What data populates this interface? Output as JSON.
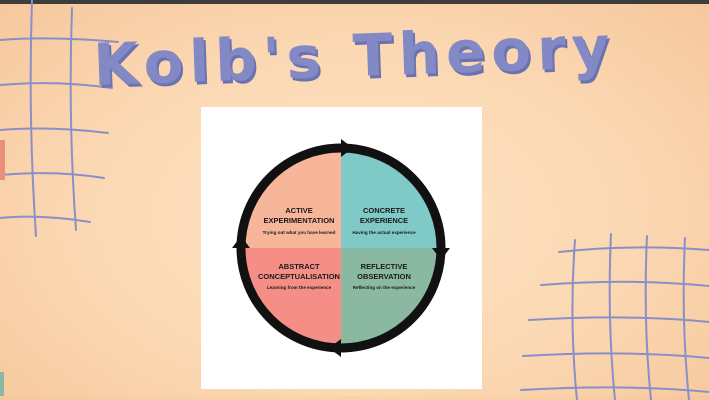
{
  "title": "Kolb's Theory",
  "quadrants": [
    {
      "id": "active",
      "title_line1": "ACTIVE",
      "title_line2": "EXPERIMENTATION",
      "subtitle": "Trying out what you have learned",
      "color": "#f7b59a"
    },
    {
      "id": "concrete",
      "title_line1": "CONCRETE",
      "title_line2": "EXPERIENCE",
      "subtitle": "Having the actual experience",
      "color": "#7fc9c6"
    },
    {
      "id": "abstract",
      "title_line1": "ABSTRACT",
      "title_line2": "CONCEPTUALISATION",
      "subtitle": "Learning from the experience",
      "color": "#f48e86"
    },
    {
      "id": "reflective",
      "title_line1": "REFLECTIVE",
      "title_line2": "OBSERVATION",
      "subtitle": "Reflecting on the experience",
      "color": "#8ab8a0"
    }
  ],
  "colors": {
    "title": "#8289c4",
    "grid_lines": "#8a8fc8",
    "ring": "#111111"
  }
}
